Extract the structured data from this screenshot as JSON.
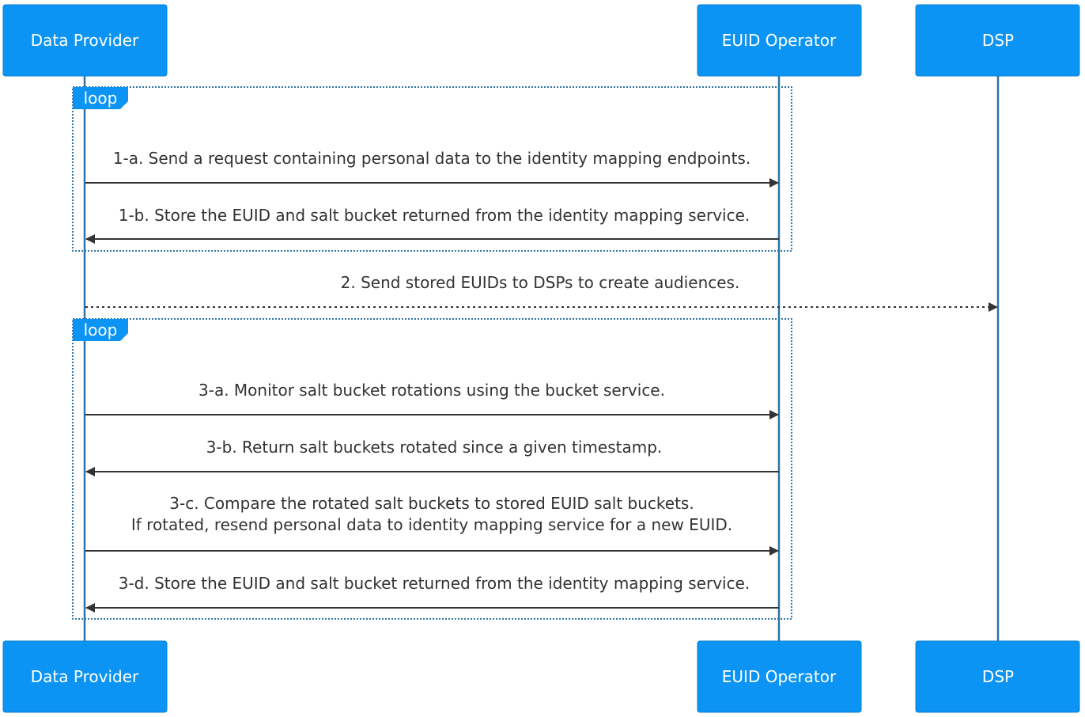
{
  "participants": [
    {
      "id": "dp",
      "label": "Data Provider"
    },
    {
      "id": "op",
      "label": "EUID Operator"
    },
    {
      "id": "dsp",
      "label": "DSP"
    }
  ],
  "loops": [
    {
      "label": "loop"
    },
    {
      "label": "loop"
    }
  ],
  "messages": [
    {
      "id": "m1a",
      "from": "dp",
      "to": "op",
      "style": "solid",
      "lines": [
        "1-a. Send a request containing personal data to the identity mapping endpoints."
      ]
    },
    {
      "id": "m1b",
      "from": "op",
      "to": "dp",
      "style": "solid",
      "lines": [
        "1-b. Store the EUID and salt bucket returned from the identity mapping service."
      ]
    },
    {
      "id": "m2",
      "from": "dp",
      "to": "dsp",
      "style": "dotted",
      "lines": [
        "2. Send stored EUIDs to DSPs to create audiences."
      ]
    },
    {
      "id": "m3a",
      "from": "dp",
      "to": "op",
      "style": "solid",
      "lines": [
        "3-a. Monitor salt bucket rotations using the bucket service."
      ]
    },
    {
      "id": "m3b",
      "from": "op",
      "to": "dp",
      "style": "solid",
      "lines": [
        "3-b. Return salt buckets rotated since a given timestamp."
      ]
    },
    {
      "id": "m3c",
      "from": "dp",
      "to": "op",
      "style": "solid",
      "lines": [
        "3-c. Compare the rotated salt buckets to stored EUID salt buckets.",
        "If rotated, resend personal data to identity mapping service for a new EUID."
      ]
    },
    {
      "id": "m3d",
      "from": "op",
      "to": "dp",
      "style": "solid",
      "lines": [
        "3-d. Store the EUID and salt bucket returned from the identity mapping service."
      ]
    }
  ],
  "colors": {
    "actor_fill": "#0b94f4",
    "lifeline": "#2f73a6",
    "message": "#333333"
  }
}
